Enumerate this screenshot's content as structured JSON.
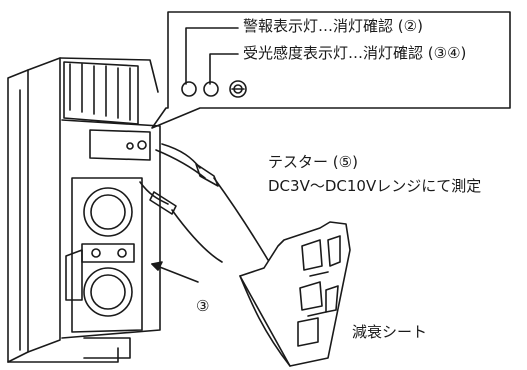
{
  "callout": {
    "line1": "警報表示灯…消灯確認 (②)",
    "line2": "受光感度表示灯…消灯確認 (③④)"
  },
  "tester": {
    "title": "テスター (⑤)",
    "desc": "DC3V〜DC10Vレンジにて測定"
  },
  "step_marker": "③",
  "attenuation_sheet": "減衰シート",
  "colors": {
    "ink": "#1a1a1a",
    "background": "#ffffff"
  }
}
